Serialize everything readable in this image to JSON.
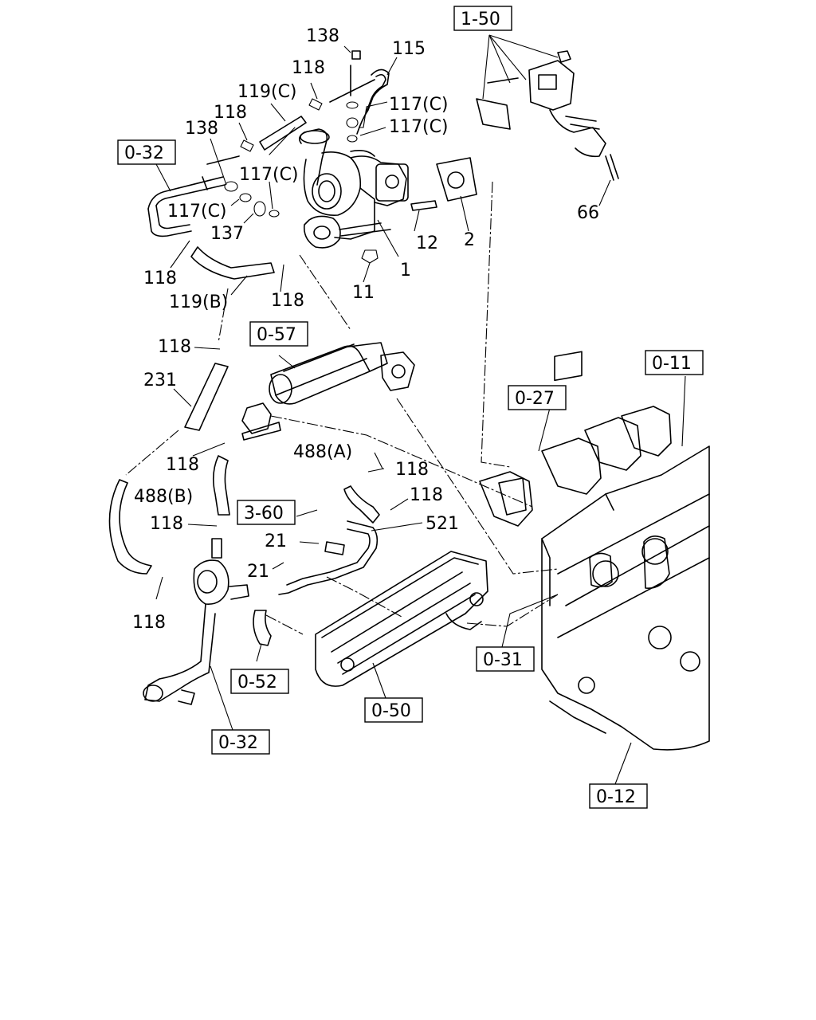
{
  "diagram": {
    "callouts": [
      {
        "id": "c138a",
        "text": "138"
      },
      {
        "id": "c115",
        "text": "115"
      },
      {
        "id": "c118a",
        "text": "118"
      },
      {
        "id": "c119c",
        "text": "119(C)"
      },
      {
        "id": "c117c_a",
        "text": "117(C)"
      },
      {
        "id": "c118b",
        "text": "118"
      },
      {
        "id": "c138b",
        "text": "138"
      },
      {
        "id": "c117c_b",
        "text": "117(C)"
      },
      {
        "id": "c117c_c",
        "text": "117(C)"
      },
      {
        "id": "c117c_d",
        "text": "117(C)"
      },
      {
        "id": "c137",
        "text": "137"
      },
      {
        "id": "c12",
        "text": "12"
      },
      {
        "id": "c2",
        "text": "2"
      },
      {
        "id": "c66",
        "text": "66"
      },
      {
        "id": "c1",
        "text": "1"
      },
      {
        "id": "c11",
        "text": "11"
      },
      {
        "id": "c118c",
        "text": "118"
      },
      {
        "id": "c119b",
        "text": "119(B)"
      },
      {
        "id": "c118d",
        "text": "118"
      },
      {
        "id": "c118e",
        "text": "118"
      },
      {
        "id": "c231",
        "text": "231"
      },
      {
        "id": "c118f",
        "text": "118"
      },
      {
        "id": "c488a",
        "text": "488(A)"
      },
      {
        "id": "c118g",
        "text": "118"
      },
      {
        "id": "c488b",
        "text": "488(B)"
      },
      {
        "id": "c118h",
        "text": "118"
      },
      {
        "id": "c118i",
        "text": "118"
      },
      {
        "id": "c521",
        "text": "521"
      },
      {
        "id": "c21a",
        "text": "21"
      },
      {
        "id": "c21b",
        "text": "21"
      },
      {
        "id": "c118j",
        "text": "118"
      }
    ],
    "references": [
      {
        "id": "r150",
        "text": "1-50"
      },
      {
        "id": "r032a",
        "text": "0-32"
      },
      {
        "id": "r057",
        "text": "0-57"
      },
      {
        "id": "r011",
        "text": "0-11"
      },
      {
        "id": "r027",
        "text": "0-27"
      },
      {
        "id": "r360",
        "text": "3-60"
      },
      {
        "id": "r031",
        "text": "0-31"
      },
      {
        "id": "r052",
        "text": "0-52"
      },
      {
        "id": "r050",
        "text": "0-50"
      },
      {
        "id": "r032b",
        "text": "0-32"
      },
      {
        "id": "r012",
        "text": "0-12"
      }
    ]
  }
}
